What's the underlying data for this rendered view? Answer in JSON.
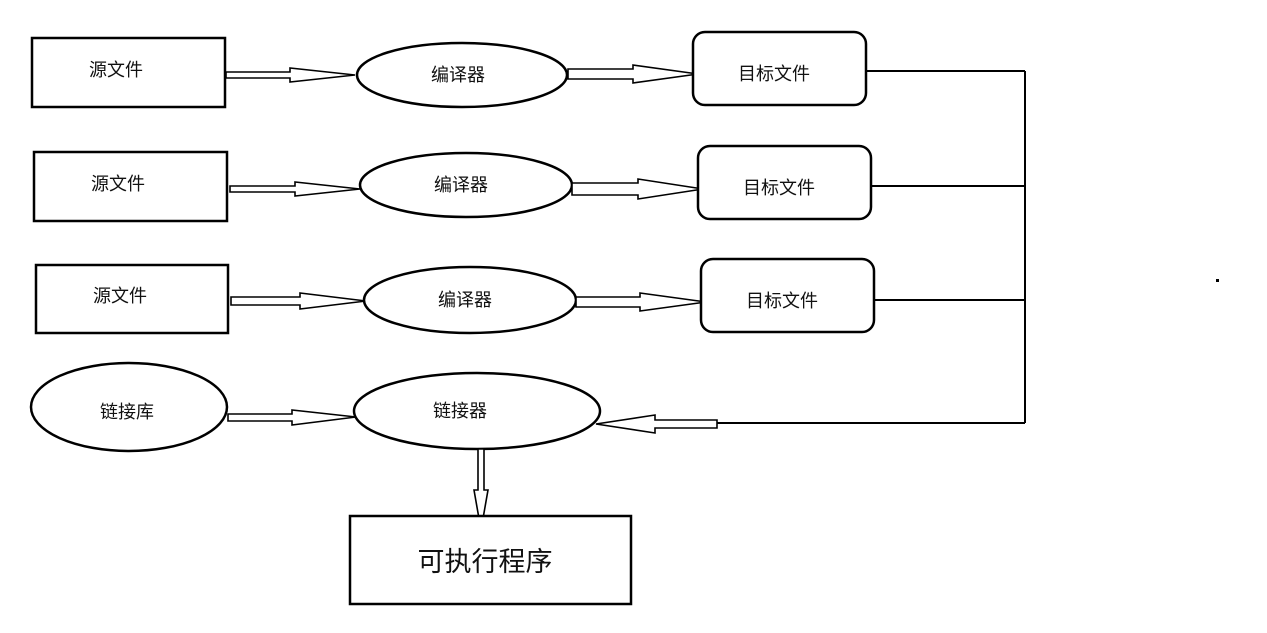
{
  "diagram": {
    "rows": [
      {
        "source": "源文件",
        "compiler": "编译器",
        "object": "目标文件"
      },
      {
        "source": "源文件",
        "compiler": "编译器",
        "object": "目标文件"
      },
      {
        "source": "源文件",
        "compiler": "编译器",
        "object": "目标文件"
      }
    ],
    "library": "链接库",
    "linker": "链接器",
    "executable": "可执行程序"
  }
}
